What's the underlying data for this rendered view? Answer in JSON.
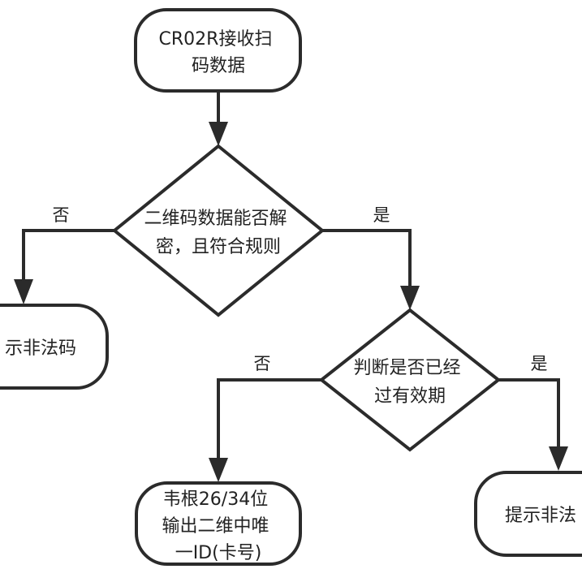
{
  "diagram": {
    "nodes": {
      "start": {
        "lines": [
          "CR02R接收扫",
          "码数据"
        ]
      },
      "decision_decode": {
        "lines": [
          "二维码数据能否解",
          "密，且符合规则"
        ]
      },
      "illegal_left": {
        "lines": [
          "示非法码"
        ]
      },
      "decision_expired": {
        "lines": [
          "判断是否已经",
          "过有效期"
        ]
      },
      "output_wiegand": {
        "lines": [
          "韦根26/34位",
          "输出二维中唯",
          "一ID(卡号)"
        ]
      },
      "illegal_right": {
        "lines": [
          "提示非法"
        ]
      }
    },
    "edges": {
      "decode_no": "否",
      "decode_yes": "是",
      "expired_no": "否",
      "expired_yes": "是"
    },
    "colors": {
      "stroke": "#2b2b2b",
      "fill": "#ffffff",
      "text": "#222222"
    }
  }
}
